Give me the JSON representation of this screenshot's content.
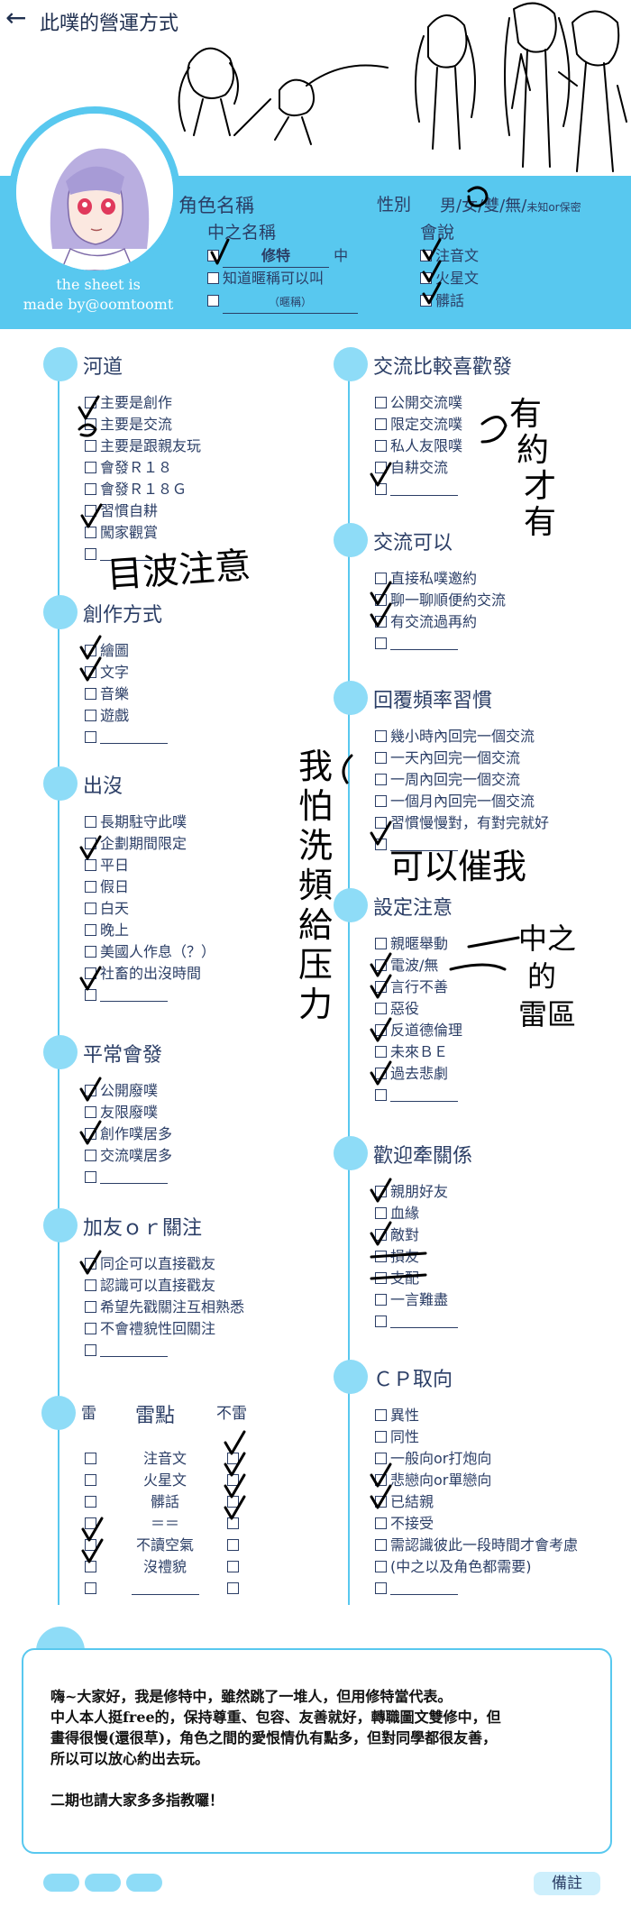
{
  "header": {
    "back_icon": "left-arrow-icon",
    "title": "此噗的營運方式"
  },
  "credit": {
    "line1": "the sheet is",
    "line2": "made by@oomtoomt"
  },
  "profile": {
    "char_name_label": "角色名稱",
    "gender_label": "性別",
    "gender_options": [
      "男",
      "女",
      "雙",
      "無",
      "未知or保密"
    ],
    "nick_label": "中之名稱",
    "nick_value": "修特",
    "nick_suffix": "中",
    "nick_know": "知道暱稱可以叫",
    "nick_placeholder": "（暱稱）",
    "speak_label": "會說",
    "speak_options": [
      "注音文",
      "火星文",
      "髒話"
    ]
  },
  "left_sections": [
    {
      "title": "河道",
      "items": [
        "主要是創作",
        "主要是交流",
        "主要是跟親友玩",
        "會發Ｒ１８",
        "會發Ｒ１８Ｇ",
        "習慣自耕",
        "闖家觀賞",
        ""
      ]
    },
    {
      "title": "創作方式",
      "items": [
        "繪圖",
        "文字",
        "音樂",
        "遊戲",
        ""
      ]
    },
    {
      "title": "出沒",
      "items": [
        "長期駐守此噗",
        "企劃期間限定",
        "平日",
        "假日",
        "白天",
        "晚上",
        "美國人作息（？）",
        "社畜的出沒時間",
        ""
      ]
    },
    {
      "title": "平常會發",
      "items": [
        "公開廢噗",
        "友限廢噗",
        "創作噗居多",
        "交流噗居多",
        ""
      ]
    },
    {
      "title": "加友ｏｒ關注",
      "items": [
        "同企可以直接戳友",
        "認識可以直接戳友",
        "希望先戳關注互相熟悉",
        "不會禮貌性回關注",
        ""
      ]
    }
  ],
  "thunder": {
    "title": "雷點",
    "left": "雷",
    "right": "不雷",
    "items": [
      "注音文",
      "火星文",
      "髒話",
      "＝＝",
      "不讀空氣",
      "沒禮貌",
      ""
    ]
  },
  "right_sections": [
    {
      "title": "交流比較喜歡發",
      "items": [
        "公開交流噗",
        "限定交流噗",
        "私人友限噗",
        "自耕交流",
        ""
      ]
    },
    {
      "title": "交流可以",
      "items": [
        "直接私噗邀約",
        "聊一聊順便約交流",
        "有交流過再約",
        ""
      ]
    },
    {
      "title": "回覆頻率習慣",
      "items": [
        "幾小時內回完一個交流",
        "一天內回完一個交流",
        "一周內回完一個交流",
        "一個月內回完一個交流",
        "習慣慢慢對，有對完就好",
        ""
      ]
    },
    {
      "title": "設定注意",
      "items": [
        "親暱舉動",
        "電波/無",
        "言行不善",
        "惡役",
        "反道德倫理",
        "未來ＢＥ",
        "過去悲劇",
        ""
      ]
    },
    {
      "title": "歡迎牽關係",
      "items": [
        "親朋好友",
        "血緣",
        "敵對",
        "損友",
        "支配",
        "一言難盡",
        ""
      ]
    },
    {
      "title": "ＣＰ取向",
      "items": [
        "異性",
        "同性",
        "一般向or打炮向",
        "悲戀向or單戀向",
        "已結親",
        "不接受",
        "需認識彼此一段時間才會考慮",
        "(中之以及角色都需要)",
        ""
      ]
    }
  ],
  "memo": {
    "lines": [
      "嗨~大家好，我是修特中，雖然跳了一堆人，但用修特當代表。",
      "中人本人挺free的，保持尊重、包容、友善就好，轉職圖文雙修中，但",
      "畫得很慢(還很草)，角色之間的愛恨情仇有點多，但對同學都很友善，",
      "所以可以放心約出去玩。",
      "",
      "二期也請大家多多指教囉！"
    ],
    "label": "備註"
  },
  "annotations": {
    "left_hw1": "目波注意",
    "mid_hw": [
      "我",
      "怕",
      "洗",
      "頻",
      "給",
      "压",
      "力"
    ],
    "right_hw1": [
      "有",
      "約",
      "才",
      "有"
    ],
    "right_hw2": "可以催我",
    "right_hw3": [
      "中之",
      "的",
      "雷區"
    ]
  }
}
